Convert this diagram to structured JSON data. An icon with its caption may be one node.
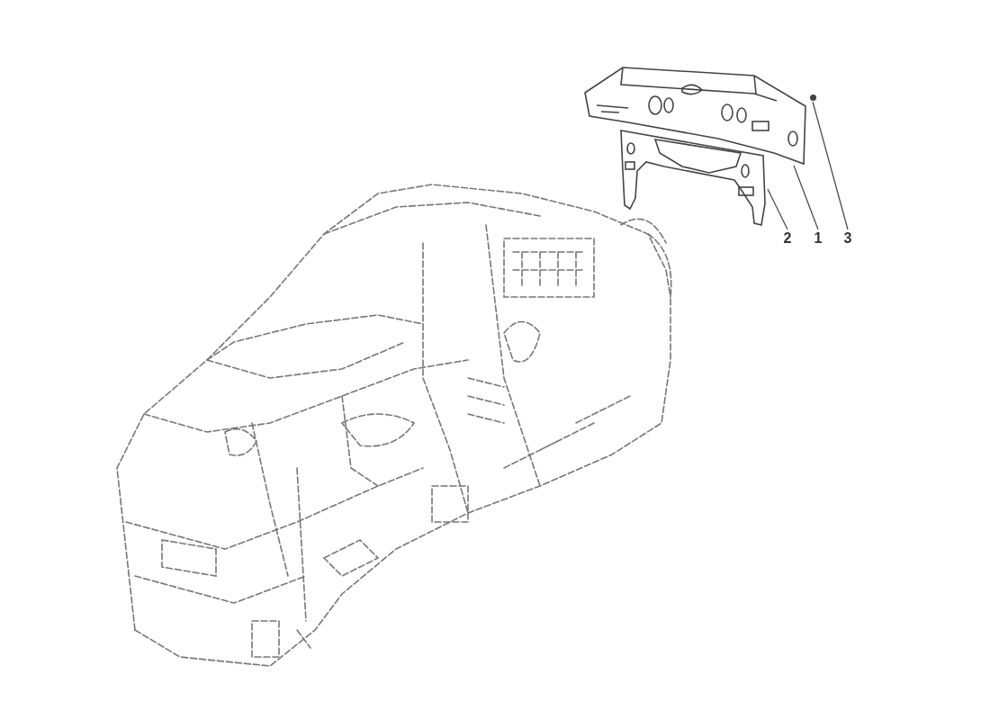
{
  "diagram": {
    "nodes": [
      {
        "text": [],
        "shape": "picture"
      },
      {
        "text": [],
        "shape": "picture"
      },
      {
        "text": [],
        "shape": "circle"
      },
      {
        "text": [
          "2"
        ]
      },
      {
        "text": [
          "1"
        ]
      },
      {
        "text": [
          "3"
        ]
      }
    ],
    "edges": [
      {
        "from": 3,
        "to": 1,
        "arrow": "none"
      },
      {
        "from": 4,
        "to": 0,
        "arrow": "none"
      },
      {
        "from": 5,
        "to": 2,
        "arrow": "none"
      }
    ]
  }
}
